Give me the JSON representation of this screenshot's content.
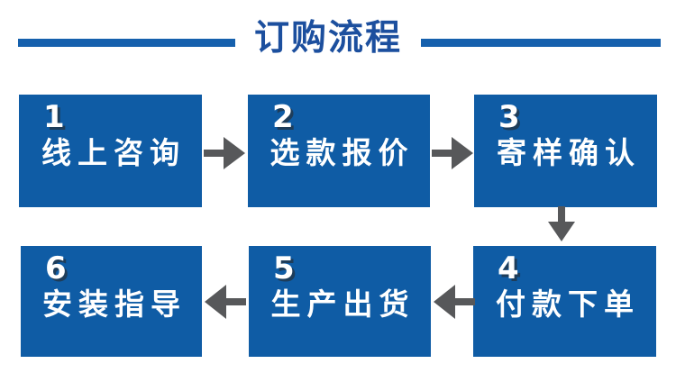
{
  "title": {
    "text": "订购流程"
  },
  "colors": {
    "box_blue": "#0F5CA5",
    "bar_blue": "#1560AD",
    "title_blue": "#1C4F9E",
    "arrow_gray": "#57585A"
  },
  "steps": [
    {
      "number": "1",
      "label": "线上咨询"
    },
    {
      "number": "2",
      "label": "选款报价"
    },
    {
      "number": "3",
      "label": "寄样确认"
    },
    {
      "number": "4",
      "label": "付款下单"
    },
    {
      "number": "5",
      "label": "生产出货"
    },
    {
      "number": "6",
      "label": "安装指导"
    }
  ],
  "flow": [
    {
      "from": "1",
      "to": "2",
      "direction": "right"
    },
    {
      "from": "2",
      "to": "3",
      "direction": "right"
    },
    {
      "from": "3",
      "to": "4",
      "direction": "down"
    },
    {
      "from": "4",
      "to": "5",
      "direction": "left"
    },
    {
      "from": "5",
      "to": "6",
      "direction": "left"
    }
  ]
}
